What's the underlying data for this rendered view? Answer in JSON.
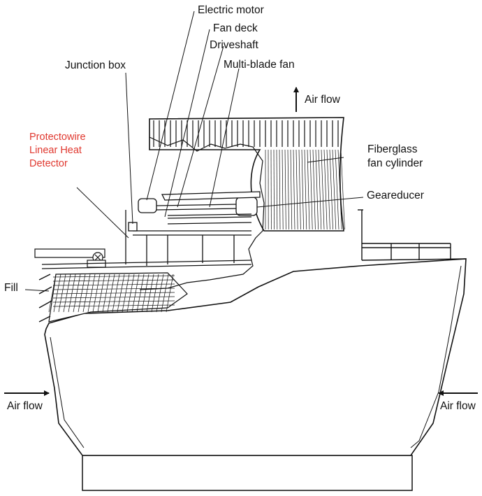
{
  "labels": {
    "electric_motor": "Electric motor",
    "fan_deck": "Fan deck",
    "driveshaft": "Driveshaft",
    "multi_blade_fan": "Multi-blade fan",
    "junction_box": "Junction box",
    "air_flow_top": "Air flow",
    "protectowire_line1": "Protectowire",
    "protectowire_line2": "Linear Heat",
    "protectowire_line3": "Detector",
    "fiberglass_line1": "Fiberglass",
    "fiberglass_line2": "fan cylinder",
    "geareducer": "Geareducer",
    "fill": "Fill",
    "air_flow_left": "Air flow",
    "air_flow_right": "Air flow"
  },
  "colors": {
    "ink": "#111111",
    "highlight_text": "#e0382f",
    "background": "#ffffff"
  }
}
